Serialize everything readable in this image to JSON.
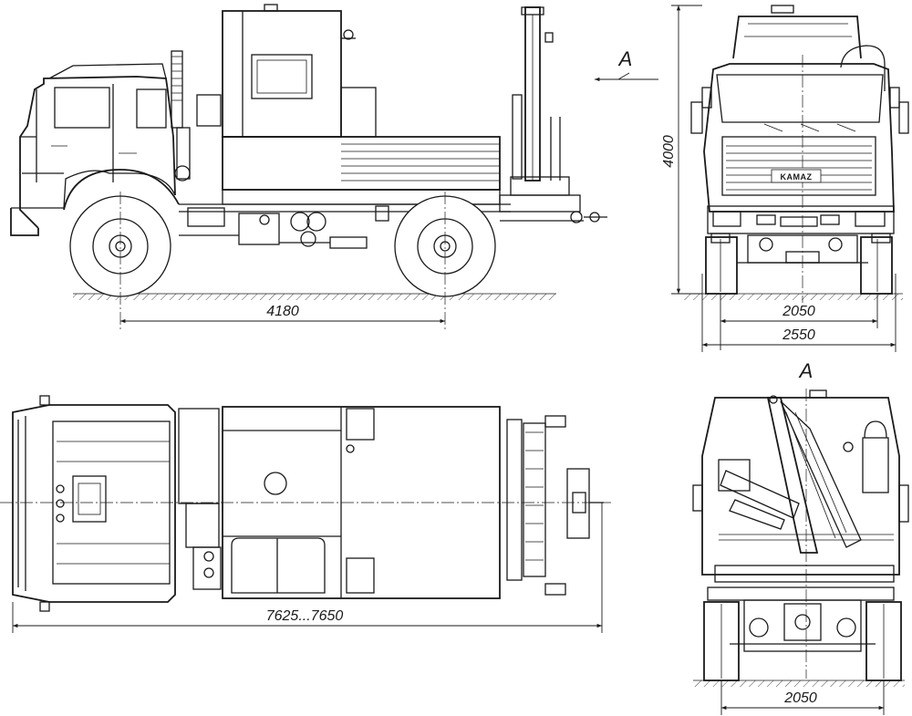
{
  "views": {
    "side": {
      "wheelbase": "4180"
    },
    "front": {
      "height": "4000",
      "track": "2050",
      "width": "2550",
      "badge": "KAMAZ"
    },
    "top": {
      "length": "7625...7650"
    },
    "rear": {
      "title": "A",
      "track": "2050"
    }
  },
  "view_marker": {
    "label": "A"
  }
}
